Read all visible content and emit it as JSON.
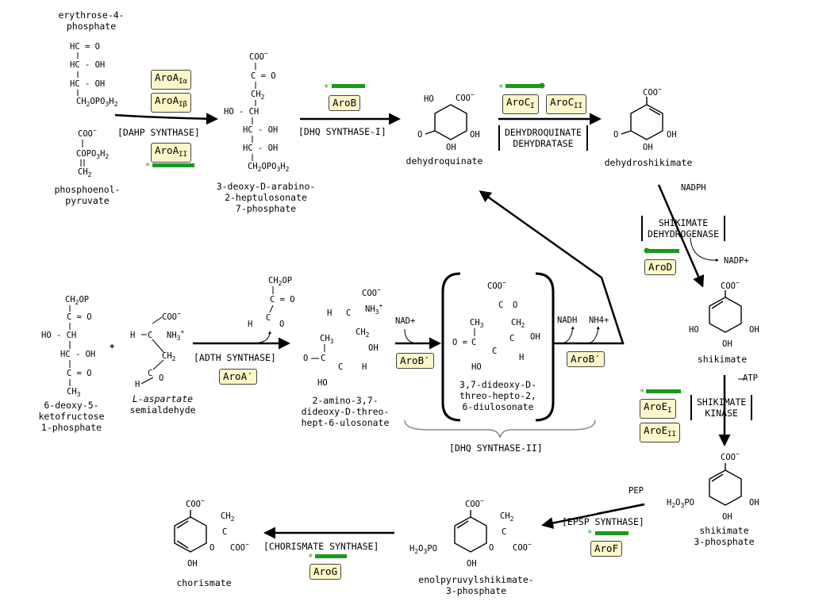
{
  "compounds": {
    "e4p": [
      "erythrose-4-",
      "phosphate"
    ],
    "pep": [
      "phosphoenol-",
      "pyruvate"
    ],
    "dahp": [
      "3-deoxy-D-arabino-",
      "2-heptulosonate",
      "7-phosphate"
    ],
    "dhq": [
      "dehydroquinate"
    ],
    "dhs": [
      "dehydroshikimate"
    ],
    "dkfp": [
      "6-deoxy-5-",
      "ketofructose",
      "1-phosphate"
    ],
    "asa": [
      "L-aspartate",
      "semialdehyde"
    ],
    "adth": [
      "2-amino-3,7-",
      "dideoxy-D-threo-",
      "hept-6-ulosonate"
    ],
    "ddh": [
      "3,7-dideoxy-D-",
      "threo-hepto-2,",
      "6-diulosonate"
    ],
    "shikimate": [
      "shikimate"
    ],
    "s3p": [
      "shikimate",
      "3-phosphate"
    ],
    "epsp": [
      "enolpyruvylshikimate-",
      "3-phosphate"
    ],
    "chorismate": [
      "chorismate"
    ]
  },
  "enzymes": {
    "dahp_synthase": "[DAHP SYNTHASE]",
    "dhq_synthase_1": "[DHQ SYNTHASE-I]",
    "dehydratase": [
      "DEHYDROQUINATE",
      "DEHYDRATASE"
    ],
    "shikimate_dh": [
      "SHIKIMATE",
      "DEHYDROGENASE"
    ],
    "shikimate_kinase": [
      "SHIKIMATE",
      "KINASE"
    ],
    "adth_synthase": "[ADTH SYNTHASE]",
    "dhq_synthase_2": "[DHQ SYNTHASE-II]",
    "epsp_synthase": "[EPSP SYNTHASE]",
    "chorismate_synthase": "[CHORISMATE SYNTHASE]"
  },
  "genes": {
    "aroA_1a": {
      "base": "AroA",
      "sub": "Iα"
    },
    "aroA_1b": {
      "base": "AroA",
      "sub": "Iβ"
    },
    "aroA_2": {
      "base": "AroA",
      "sub": "II"
    },
    "aroB": {
      "base": "AroB",
      "sub": ""
    },
    "aroC_1": {
      "base": "AroC",
      "sub": "I"
    },
    "aroC_2": {
      "base": "AroC",
      "sub": "II"
    },
    "aroD": {
      "base": "AroD",
      "sub": ""
    },
    "aroE_1": {
      "base": "AroE",
      "sub": "I"
    },
    "aroE_2": {
      "base": "AroE",
      "sub": "II"
    },
    "aroA_prime": {
      "base": "AroA′",
      "sub": ""
    },
    "aroB_prime_1": {
      "base": "AroB′",
      "sub": ""
    },
    "aroB_prime_2": {
      "base": "AroB′",
      "sub": ""
    },
    "aroF": {
      "base": "AroF",
      "sub": ""
    },
    "aroG": {
      "base": "AroG",
      "sub": ""
    }
  },
  "cofactors": {
    "nadph": "NADPH",
    "nadp": "NADP+",
    "atp": "ATP",
    "nad": "NAD+",
    "nadh": "NADH",
    "nh4": "NH4+",
    "pep_small": "PEP",
    "plus": "+"
  },
  "colors": {
    "gene_fill": "#fcf6c8",
    "mark_green": "#1a9a1a",
    "brace_gray": "#888888"
  }
}
